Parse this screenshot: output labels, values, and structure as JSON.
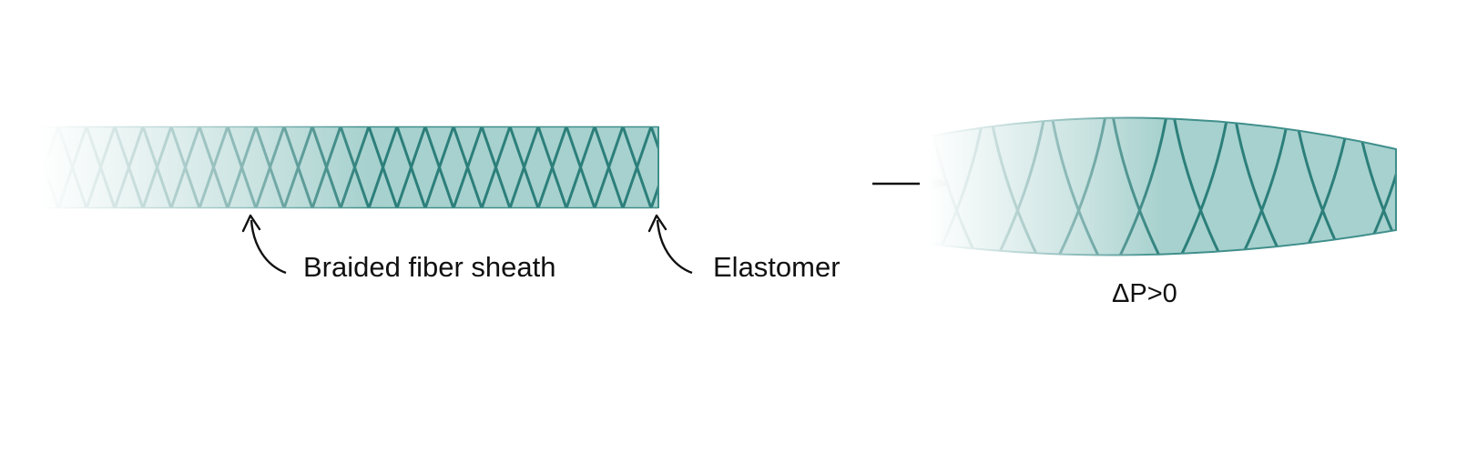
{
  "labels": {
    "braided_fiber_sheath": "Braided fiber sheath",
    "elastomer": "Elastomer",
    "pressure_condition": "ΔP>0"
  },
  "colors": {
    "fill": "#5aa9a5",
    "fiber": "#2c7f7b",
    "edge": "#3f8f8b",
    "arrow": "#111111"
  },
  "icons": {
    "transition_arrow": "right-arrow-icon",
    "callout_arrow": "curved-arrow-icon"
  }
}
